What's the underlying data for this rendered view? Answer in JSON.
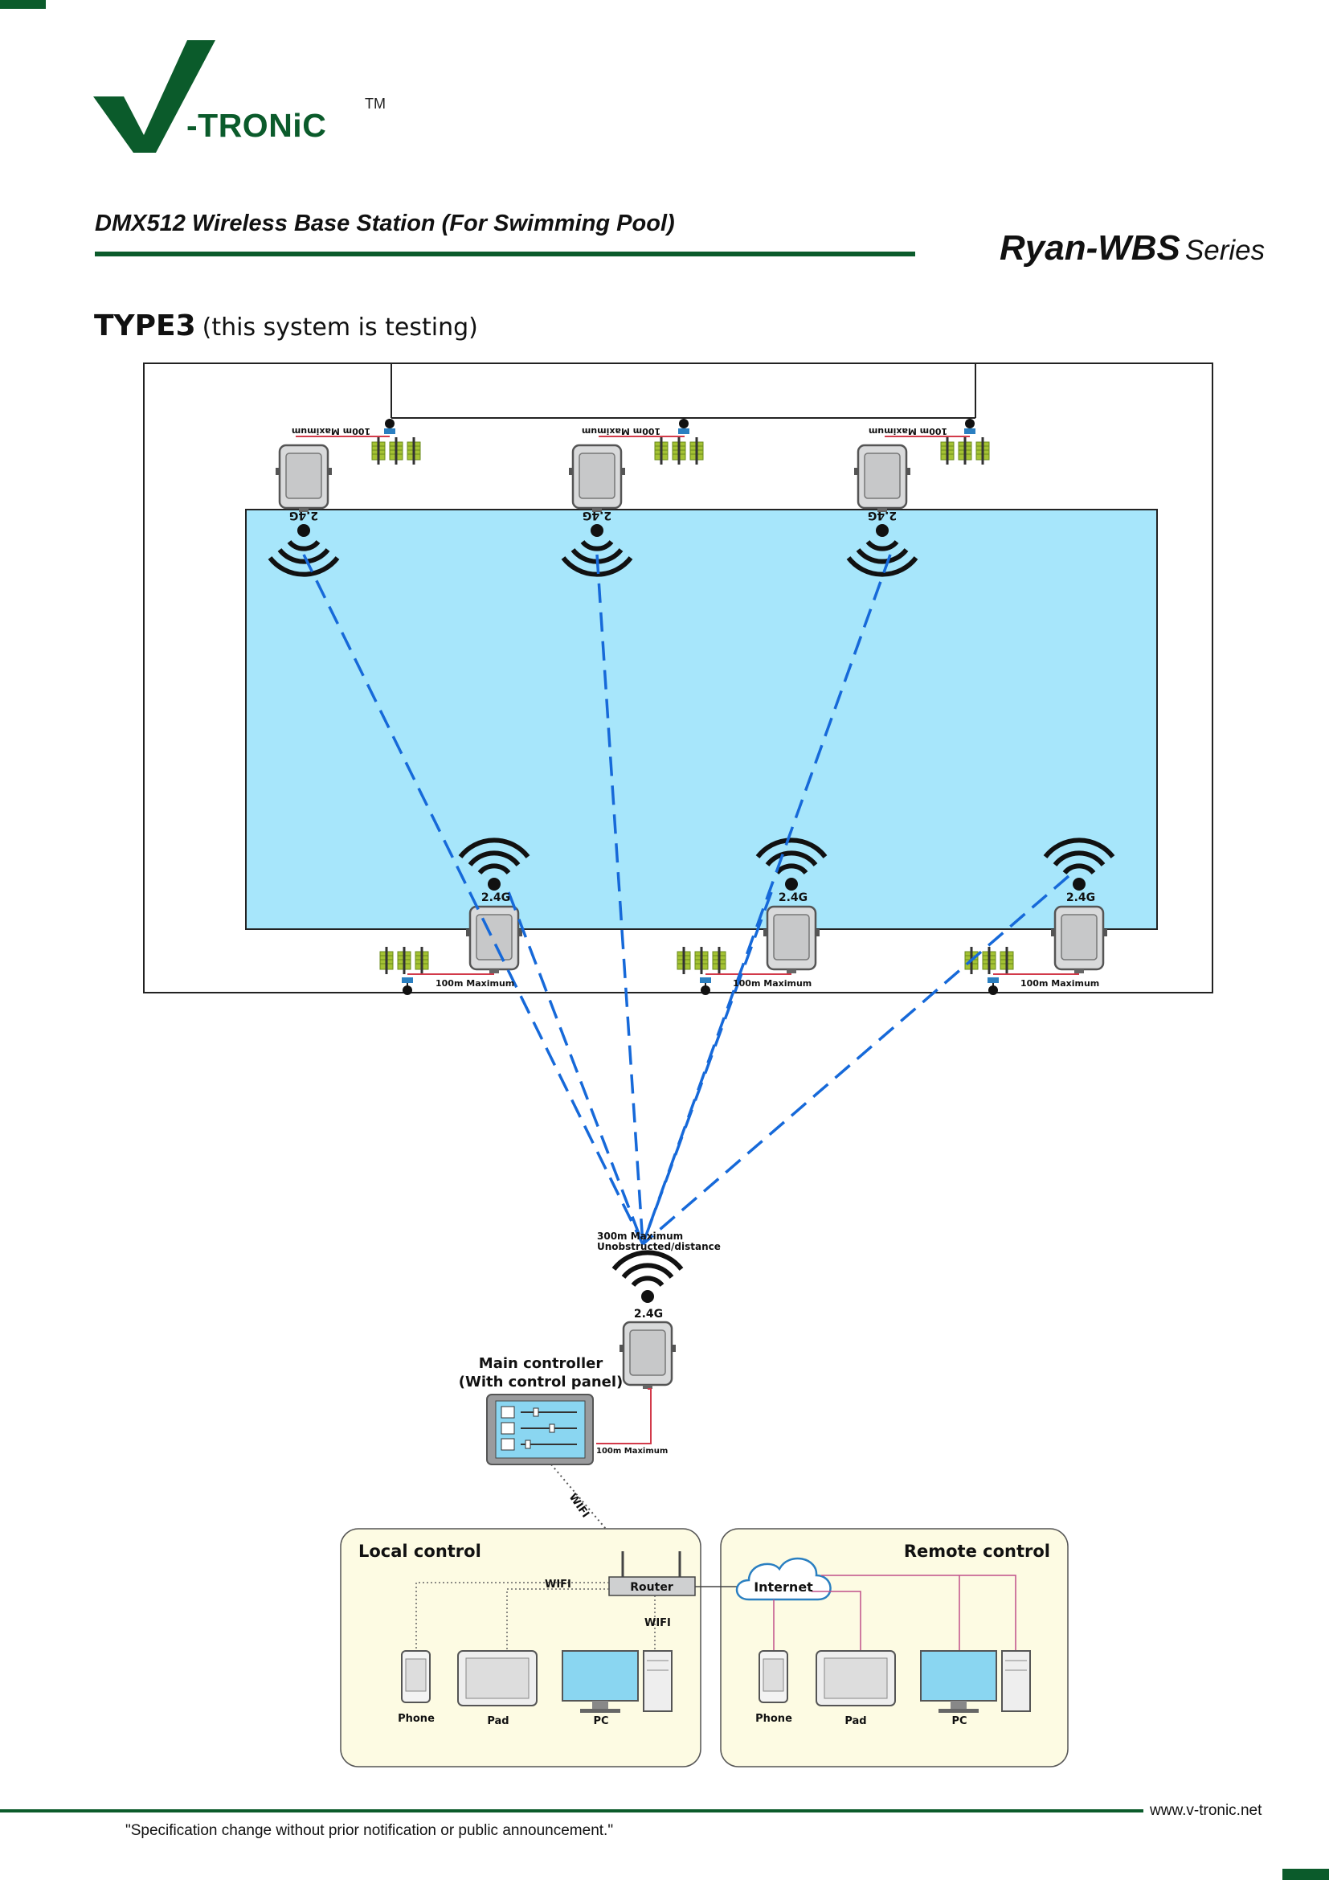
{
  "brand": {
    "name": "-TRONiC",
    "trademark": "TM"
  },
  "document": {
    "title": "DMX512 Wireless Base Station (For Swimming Pool)",
    "series_name": "Ryan-WBS",
    "series_suffix": "Series"
  },
  "section": {
    "type": "TYPE3",
    "note": "(this system is testing)"
  },
  "diagram": {
    "cable_label": "100m Maximum",
    "frequency_label": "2.4G",
    "range_label_line1": "300m Maximum",
    "range_label_line2": "Unobstructed/distance",
    "controller_label_line1": "Main controller",
    "controller_label_line2": "(With control panel)",
    "wifi_label": "WIFI",
    "local_control": "Local control",
    "remote_control": "Remote control",
    "router": "Router",
    "internet": "Internet",
    "phone": "Phone",
    "pad": "Pad",
    "pc": "PC",
    "colors": {
      "pool": "#a7e6fb",
      "wireless_link": "#1669d9",
      "cable": "#d23a4a",
      "panel_bg": "#fdfbe3",
      "brand_green": "#0b5b2b"
    }
  },
  "footer": {
    "website": "www.v-tronic.net",
    "disclaimer": "\"Specification change without prior notification or public announcement.\""
  }
}
